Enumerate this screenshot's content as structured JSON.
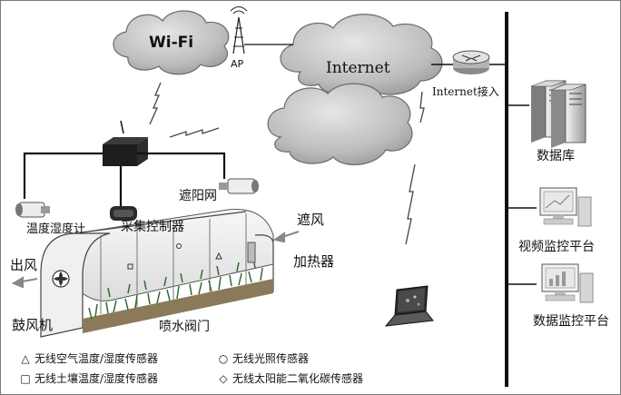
{
  "clouds": {
    "wifi": "Wi-Fi",
    "internet": "Internet"
  },
  "labels": {
    "ap": "AP",
    "internet_access": "Internet接入",
    "database": "数据库",
    "video_platform": "视频监控平台",
    "data_platform": "数据监控平台",
    "shade_net": "遮阳网",
    "temp_humidity_meter": "温度湿度计",
    "collector_controller": "采集控制器",
    "wind_shield": "遮风",
    "heater": "加热器",
    "air_out": "出风",
    "blower": "鼓风机",
    "spray_valve": "喷水阀门"
  },
  "legend": [
    {
      "symbol": "△",
      "text": "无线空气温度/湿度传感器"
    },
    {
      "symbol": "○",
      "text": "无线光照传感器"
    },
    {
      "symbol": "□",
      "text": "无线土壤温度/湿度传感器"
    },
    {
      "symbol": "◇",
      "text": "无线太阳能二氧化碳传感器"
    }
  ],
  "colors": {
    "line": "#111111",
    "cloud_fill": "#c9c9c9",
    "cloud_stroke": "#6a6a6a",
    "greenhouse_frame": "#d8d8d8",
    "plants": "#2f6b2f"
  },
  "icons": [
    "antenna-icon",
    "router-icon",
    "server-icon",
    "monitor-icon",
    "laptop-icon",
    "camera-icon",
    "gateway-icon",
    "lightning-icon"
  ]
}
